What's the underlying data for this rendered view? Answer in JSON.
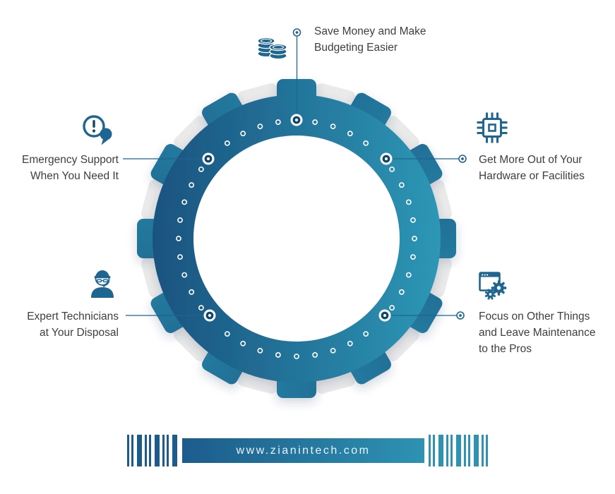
{
  "callouts": [
    {
      "id": "save-money",
      "icon": "coins-icon",
      "lines": [
        "Save Money and Make",
        "Budgeting Easier"
      ]
    },
    {
      "id": "emergency-support",
      "icon": "chat-alert-icon",
      "lines": [
        "Emergency Support",
        "When You Need It"
      ]
    },
    {
      "id": "hardware",
      "icon": "cpu-chip-icon",
      "lines": [
        "Get More Out of Your",
        "Hardware or Facilities"
      ]
    },
    {
      "id": "technicians",
      "icon": "technician-icon",
      "lines": [
        "Expert Technicians",
        "at Your Disposal"
      ]
    },
    {
      "id": "maintenance",
      "icon": "window-gears-icon",
      "lines": [
        "Focus on Other Things",
        "and Leave Maintenance",
        "to the Pros"
      ]
    }
  ],
  "footer": {
    "website": "www.zianintech.com"
  },
  "colors": {
    "gear_gradient_start": "#184e7c",
    "gear_gradient_end": "#2f9cba",
    "gray_gear": "#eaeaea",
    "text": "#3e3e3e",
    "accent": "#1e6591",
    "marker_core": "#0f486e",
    "banner_start": "#1c5c8c",
    "banner_end": "#2e92b3"
  }
}
